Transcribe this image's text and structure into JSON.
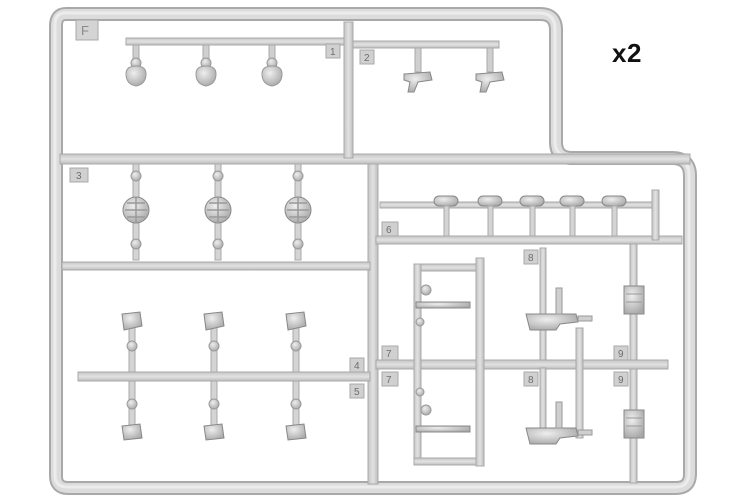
{
  "quantity_label": "x2",
  "sprue": {
    "letter": "F",
    "part_numbers": [
      "1",
      "2",
      "3",
      "4",
      "5",
      "6",
      "7",
      "7",
      "8",
      "8",
      "9",
      "9"
    ]
  },
  "colors": {
    "plastic": "#d9d9d9",
    "plastic_edge": "#a9a9a9",
    "plastic_shadow": "#bdbdbd",
    "background": "#ffffff",
    "label_text": "#111111"
  }
}
